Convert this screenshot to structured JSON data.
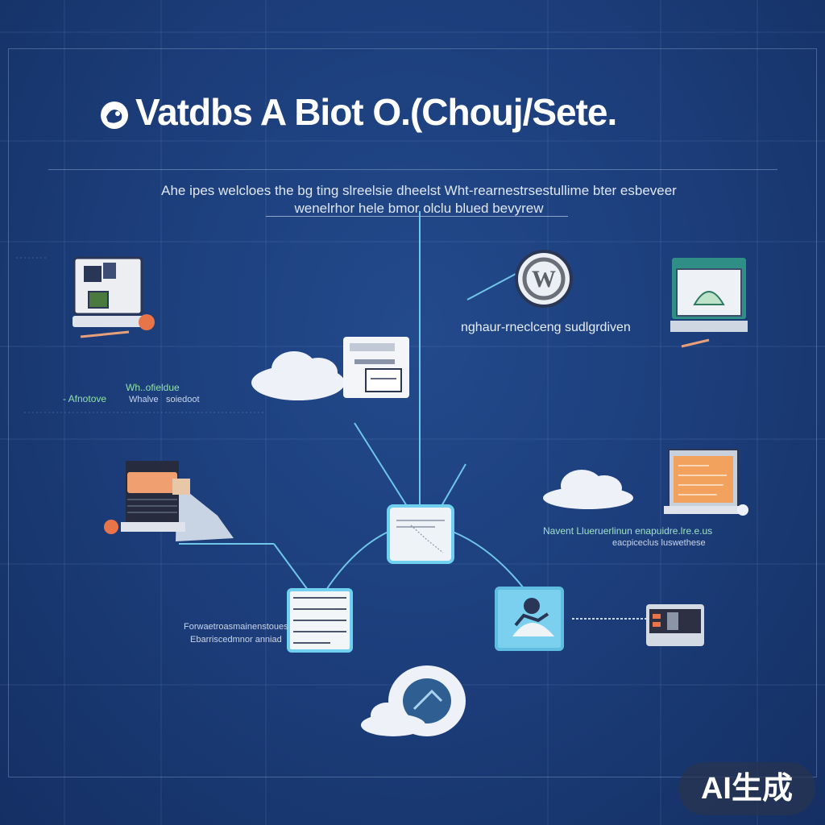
{
  "title": "Vatdbs A Biot O.(Chouj/Sete.",
  "subtitle_line1": "Ahe ipes welcloes the bg ting slreelsie dheelst Wht-rearnestrsestullime bter esbeveer",
  "subtitle_line2": "wenelrhor hele bmor olclu blued bevyrew",
  "labels": {
    "mid_right": "nghaur-rneclceng sudlgrdiven",
    "left_a": "- Afnotove",
    "left_b": "Wh..ofieldue",
    "left_c": "Whalve",
    "left_d": "soiedoot",
    "right_a": "Navent Llueruerlinun enapuidre.lre.e.us",
    "right_b": "eacpiceclus luswethese",
    "bottom_left_a": "Forwaetroasmainenstoues",
    "bottom_left_b": "Ebarriscedmnor anniad"
  },
  "badge": "AI生成",
  "colors": {
    "background": "#1b3c78",
    "node_border": "#6fd0f0",
    "connector": "#6fc6ea",
    "cloud": "#eef2f8",
    "accent_orange": "#e8744a",
    "accent_green": "#3fae8c"
  },
  "icons": [
    "wordpress-icon",
    "cloud-icon",
    "server-icon",
    "monitor-icon",
    "database-icon",
    "document-icon"
  ]
}
